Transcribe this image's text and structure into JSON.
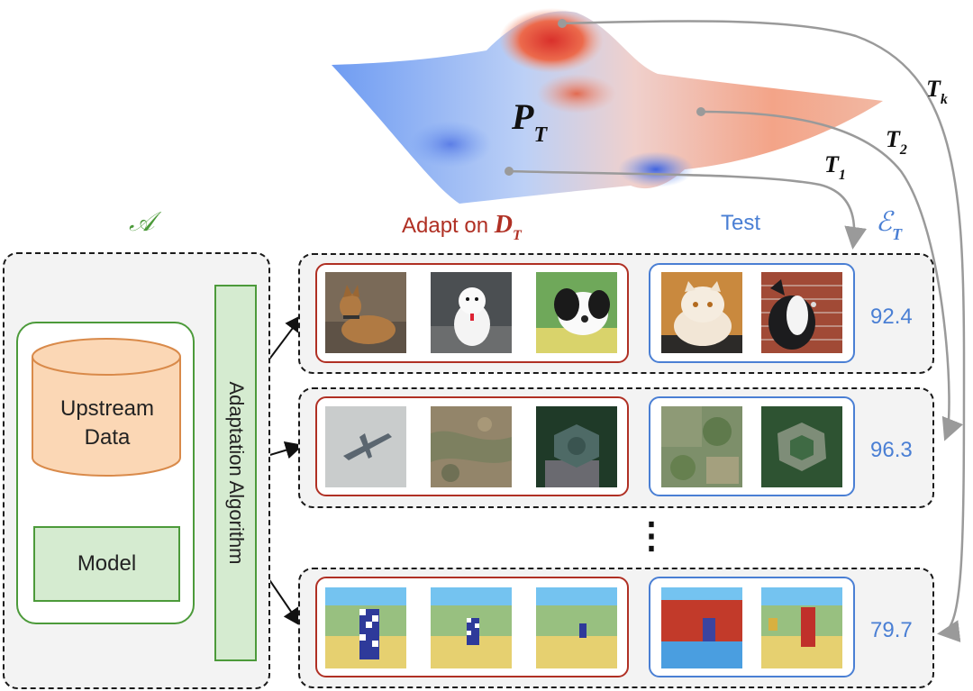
{
  "labels": {
    "algorithm_symbol": "𝒜",
    "adapt_prefix": "Adapt on ",
    "adapt_symbol": "D",
    "adapt_sub": "T",
    "test": "Test",
    "eval_symbol": "ℰ",
    "eval_sub": "T",
    "dist_symbol": "P",
    "dist_sub": "T",
    "upstream_data": "Upstream\nData",
    "model": "Model",
    "adaptation_algorithm": "Adaptation Algorithm",
    "ellipsis": "⋮"
  },
  "tasks": [
    {
      "name": "T",
      "sub": "1",
      "score": "92.4"
    },
    {
      "name": "T",
      "sub": "2",
      "score": "96.3"
    },
    {
      "name": "T",
      "sub": "k",
      "score": "79.7"
    }
  ],
  "colors": {
    "adapt_red": "#b03024",
    "test_blue": "#4a7fd4",
    "algo_green": "#4c9a3a",
    "model_fill": "#d5ebd0",
    "db_fill": "#fbd7b5",
    "db_stroke": "#d98a4a",
    "arrow_gray": "#9a9a9a"
  },
  "thumbnails": {
    "row1": [
      "dog-lying-icon",
      "white-puppy-icon",
      "shih-tzu-icon",
      "persian-cat-icon",
      "pitbull-icon"
    ],
    "row2": [
      "airplane-aerial-icon",
      "terrain-aerial-icon",
      "dome-aerial-icon",
      "crop-circles-aerial-icon",
      "courtyard-aerial-icon"
    ],
    "row3": [
      "checkered-pillar-icon",
      "checkered-pillar-icon",
      "checkered-pillar-icon",
      "red-room-icon",
      "red-flag-icon"
    ]
  }
}
